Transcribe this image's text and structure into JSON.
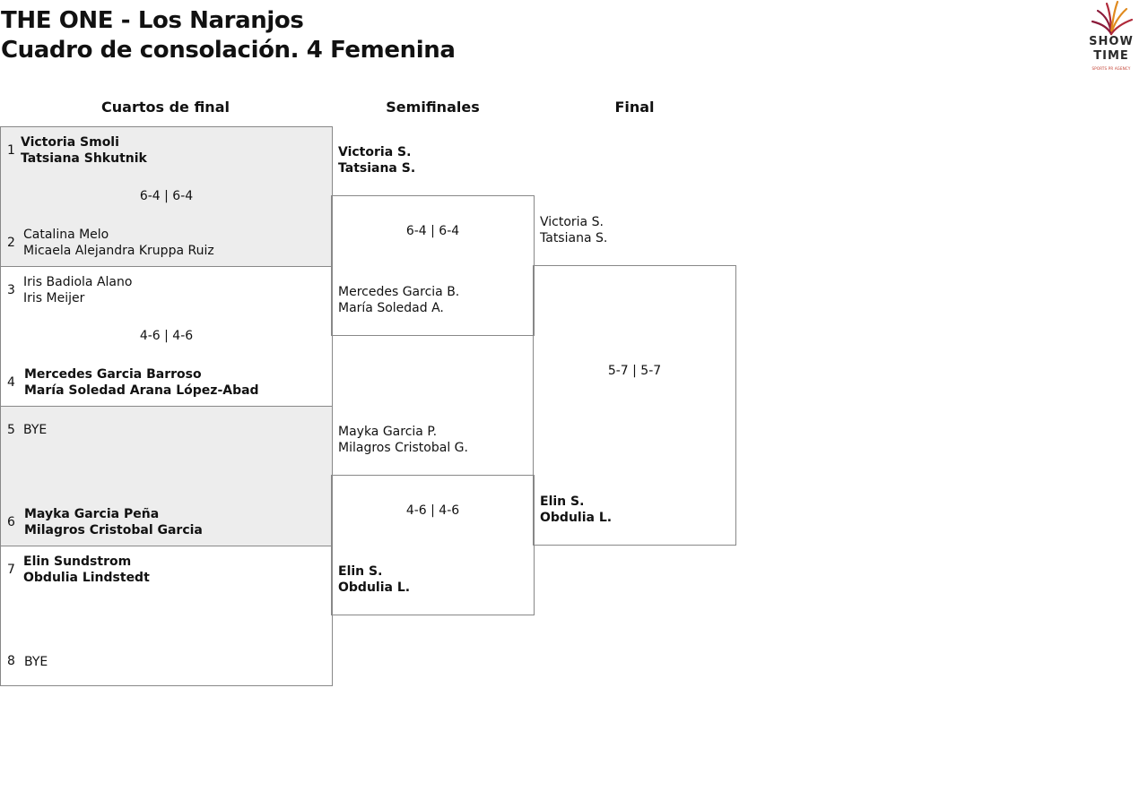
{
  "header": {
    "title_line1": "THE ONE - Los Naranjos",
    "title_line2": "Cuadro de consolación. 4 Femenina"
  },
  "logo": {
    "line1": "SHOW",
    "line2": "TIME",
    "tagline": "SPORTS PR AGENCY",
    "colors": [
      "#8b1a3a",
      "#e08a1e",
      "#b02a3a"
    ]
  },
  "rounds": {
    "quarterfinals": "Cuartos de final",
    "semifinals": "Semifinales",
    "final": "Final"
  },
  "quarterfinals": [
    {
      "score": "6-4 | 6-4",
      "top": {
        "seed": "1",
        "p1": "Victoria Smoli",
        "p2": "Tatsiana Shkutnik",
        "winner": true
      },
      "bottom": {
        "seed": "2",
        "p1": "Catalina Melo",
        "p2": "Micaela Alejandra Kruppa Ruiz",
        "winner": false
      }
    },
    {
      "score": "4-6 | 4-6",
      "top": {
        "seed": "3",
        "p1": "Iris Badiola Alano",
        "p2": "Iris Meijer",
        "winner": false
      },
      "bottom": {
        "seed": "4",
        "p1": "Mercedes Garcia Barroso",
        "p2": "María Soledad Arana López-Abad",
        "winner": true
      }
    },
    {
      "score": "",
      "top": {
        "seed": "5",
        "p1": "BYE",
        "p2": "",
        "winner": false
      },
      "bottom": {
        "seed": "6",
        "p1": "Mayka Garcia Peña",
        "p2": "Milagros Cristobal Garcia",
        "winner": true
      }
    },
    {
      "score": "",
      "top": {
        "seed": "7",
        "p1": "Elin Sundstrom",
        "p2": "Obdulia Lindstedt",
        "winner": true
      },
      "bottom": {
        "seed": "8",
        "p1": "BYE",
        "p2": "",
        "winner": false
      }
    }
  ],
  "semifinals": [
    {
      "score": "6-4 | 6-4",
      "top": {
        "p1": "Victoria S.",
        "p2": "Tatsiana S.",
        "winner": true
      },
      "bottom": {
        "p1": "Mercedes Garcia B.",
        "p2": "María Soledad A.",
        "winner": false
      }
    },
    {
      "score": "4-6 | 4-6",
      "top": {
        "p1": "Mayka Garcia P.",
        "p2": "Milagros Cristobal G.",
        "winner": false
      },
      "bottom": {
        "p1": "Elin S.",
        "p2": "Obdulia L.",
        "winner": true
      }
    }
  ],
  "final": {
    "score": "5-7 | 5-7",
    "top": {
      "p1": "Victoria S.",
      "p2": "Tatsiana S.",
      "winner": false
    },
    "bottom": {
      "p1": "Elin S.",
      "p2": "Obdulia L.",
      "winner": true
    }
  }
}
